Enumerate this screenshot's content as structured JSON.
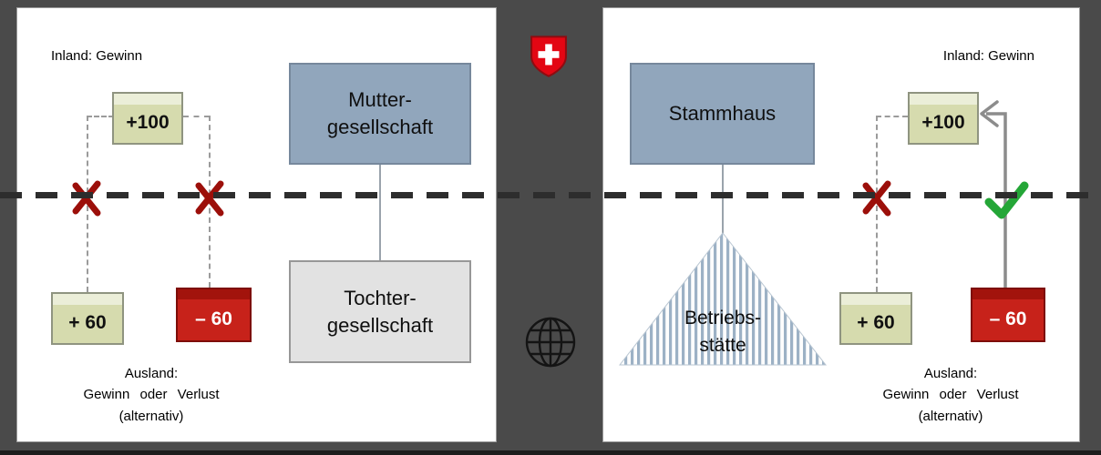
{
  "colors": {
    "background": "#4a4a4a",
    "panel": "#ffffff",
    "blue_box": "#91a6bc",
    "gray_box": "#e2e2e2",
    "green_box": "#d6dbae",
    "red_box": "#c7221a",
    "cross_red": "#9c0f0a",
    "check_green": "#24a637",
    "swiss_red": "#e30613",
    "border_line": "#2d2d2d"
  },
  "left_panel": {
    "inland_label": "Inland: Gewinn",
    "plus100_box": "+100",
    "plus60_box": "+ 60",
    "minus60_box": "– 60",
    "mutter_box": "Mutter-\ngesellschaft",
    "tochter_box": "Tochter-\ngesellschaft",
    "ausland_label": "Ausland:\nGewinn oder Verlust\n(alternativ)"
  },
  "right_panel": {
    "stammhaus_box": "Stammhaus",
    "betriebsstaette_label": "Betriebs-\nstätte",
    "inland_label": "Inland: Gewinn",
    "plus100_box": "+100",
    "plus60_box": "+ 60",
    "minus60_box": "– 60",
    "ausland_label": "Ausland:\nGewinn oder Verlust\n(alternativ)"
  },
  "icons": {
    "swiss_shield": "swiss-coat-of-arms",
    "globe": "globe-grid",
    "cross": "rejected-cross-mark",
    "check": "allowed-check-mark",
    "arrow": "loss-transfer-arrow"
  }
}
